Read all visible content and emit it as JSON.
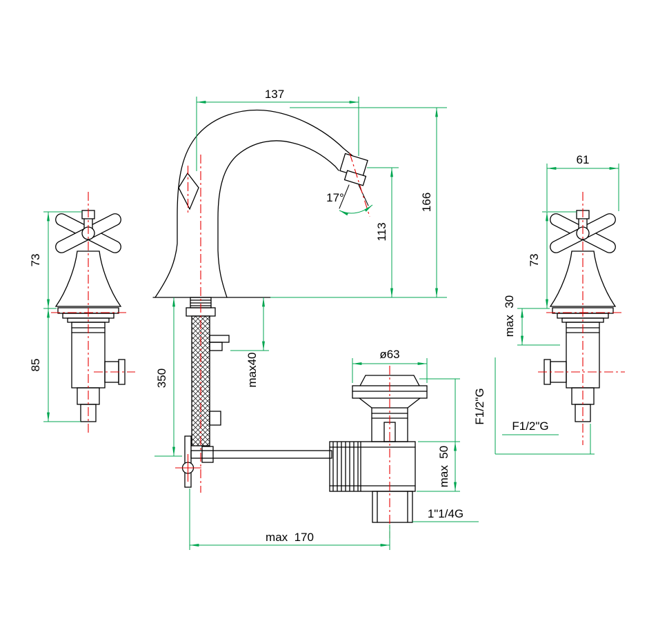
{
  "drawing": {
    "colors": {
      "object_lines": "#000000",
      "dimension_lines": "#00a650",
      "center_lines": "#e60000",
      "background": "#ffffff"
    },
    "labels": {
      "spout_reach": "137",
      "total_height": "166",
      "spout_height": "113",
      "spray_angle": "17°",
      "handle_width": "61",
      "handle_height_left": "73",
      "handle_height_right": "73",
      "underbody_depth_left": "85",
      "deck_thickness_right": "max  30",
      "deck_thickness_center": "max40",
      "supply_length": "350",
      "waste_flange_diameter": "ø63",
      "inlet_thread_vertical": "F1/2\"G",
      "inlet_thread_horizontal": "F1/2\"G",
      "waste_adjust": "max  50",
      "waste_thread": "1\"1/4G",
      "max_spread": "max  170"
    }
  }
}
